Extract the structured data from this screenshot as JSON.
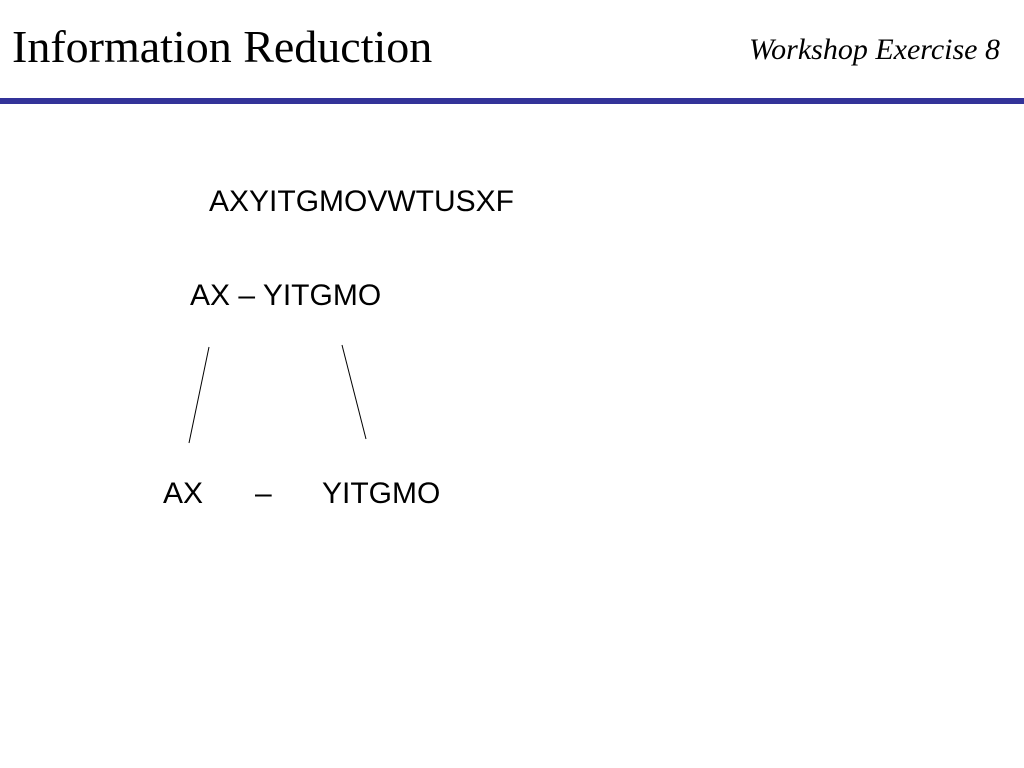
{
  "header": {
    "title": "Information Reduction",
    "subtitle": "Workshop Exercise 8",
    "rule_color": "#333399"
  },
  "diagram": {
    "full_sequence": "AXYITGMOVWTUSXF",
    "split_sequence": "AX – YITGMO",
    "bottom_left": "AX",
    "bottom_dash": "–",
    "bottom_right": "YITGMO",
    "line_color": "#000000"
  }
}
